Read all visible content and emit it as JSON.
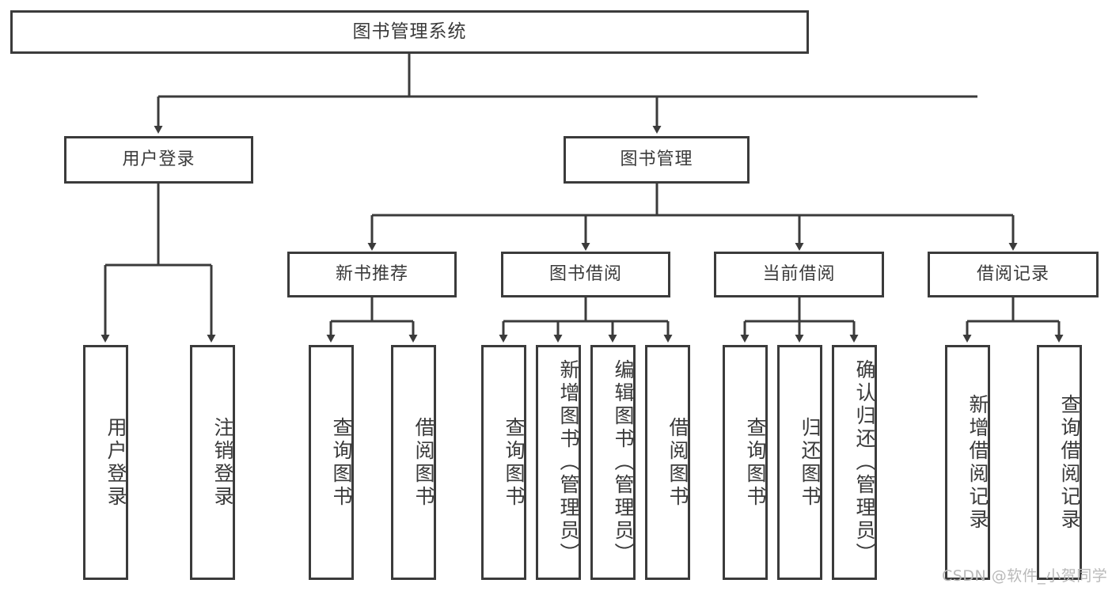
{
  "diagram": {
    "type": "tree",
    "title": "图书管理系统",
    "watermark": "CSDN @软件_小贺同学",
    "colors": {
      "stroke": "#3b3b3b",
      "text": "#3a3a3a",
      "background": "#ffffff",
      "watermark": "#b9b9b9"
    },
    "root": {
      "label": "图书管理系统"
    },
    "level2": [
      {
        "label": "用户登录"
      },
      {
        "label": "图书管理"
      }
    ],
    "level3": [
      {
        "label": "新书推荐"
      },
      {
        "label": "图书借阅"
      },
      {
        "label": "当前借阅"
      },
      {
        "label": "借阅记录"
      }
    ],
    "leaves": {
      "user_login": [
        {
          "label": "用户登录"
        },
        {
          "label": "注销登录"
        }
      ],
      "new_book": [
        {
          "label": "查询图书"
        },
        {
          "label": "借阅图书"
        }
      ],
      "book_borrow": [
        {
          "label": "查询图书"
        },
        {
          "label": "新增图书（管理员）"
        },
        {
          "label": "编辑图书（管理员）"
        },
        {
          "label": "借阅图书"
        }
      ],
      "current_borrow": [
        {
          "label": "查询图书"
        },
        {
          "label": "归还图书"
        },
        {
          "label": "确认归还（管理员）"
        }
      ],
      "borrow_record": [
        {
          "label": "新增借阅记录"
        },
        {
          "label": "查询借阅记录"
        }
      ]
    }
  }
}
